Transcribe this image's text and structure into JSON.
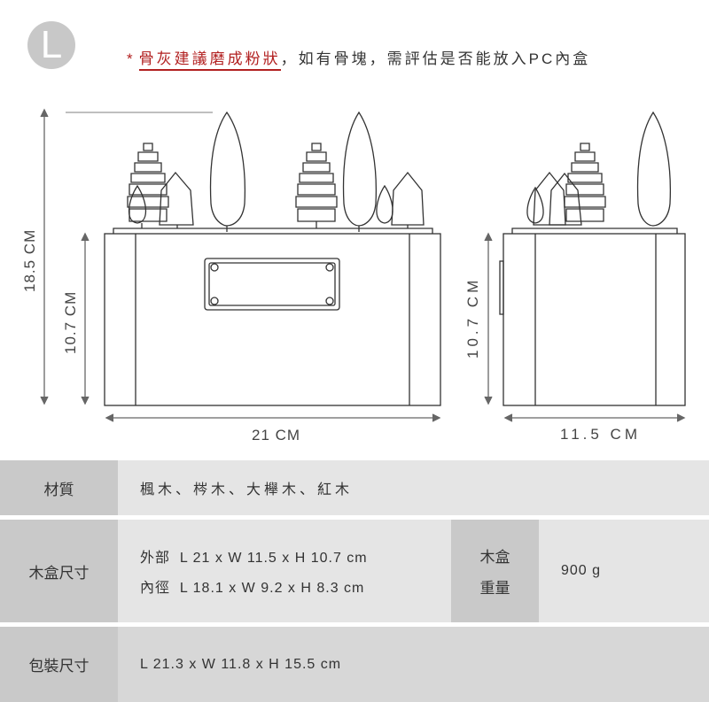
{
  "badge": "L",
  "notice": {
    "star": "*",
    "highlight": "骨灰建議磨成粉狀",
    "rest": "，如有骨塊，需評估是否能放入PC內盒"
  },
  "dimensions": {
    "total_height": "18.5 CM",
    "box_height_front": "10.7 CM",
    "box_height_side": "10.7 CM",
    "length": "21 CM",
    "width": "11.5 CM"
  },
  "specs": {
    "material_label": "材質",
    "material_value": "楓木、梣木、大櫸木、紅木",
    "box_size_label": "木盒尺寸",
    "outer": "外部  L 21 x W 11.5 x H 10.7 cm",
    "inner": "內徑  L 18.1 x W 9.2 x H 8.3 cm",
    "weight_label_1": "木盒",
    "weight_label_2": "重量",
    "weight_value": "900 g",
    "package_label": "包裝尺寸",
    "package_value": "L 21.3 x W 11.8 x H 15.5 cm"
  }
}
